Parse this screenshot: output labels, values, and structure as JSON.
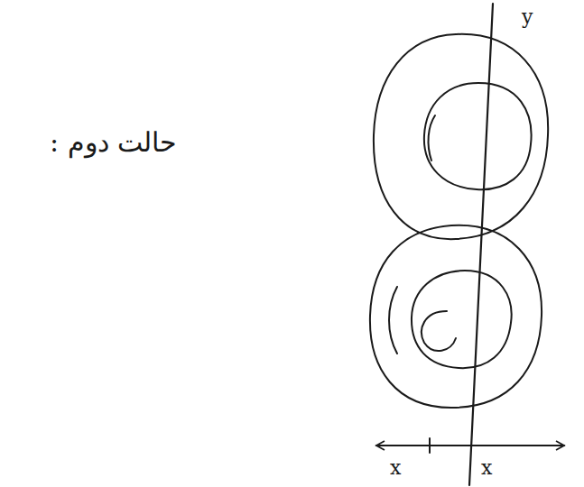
{
  "diagram": {
    "labels": [
      "حالت دوم :",
      "y",
      "x",
      "x"
    ]
  }
}
